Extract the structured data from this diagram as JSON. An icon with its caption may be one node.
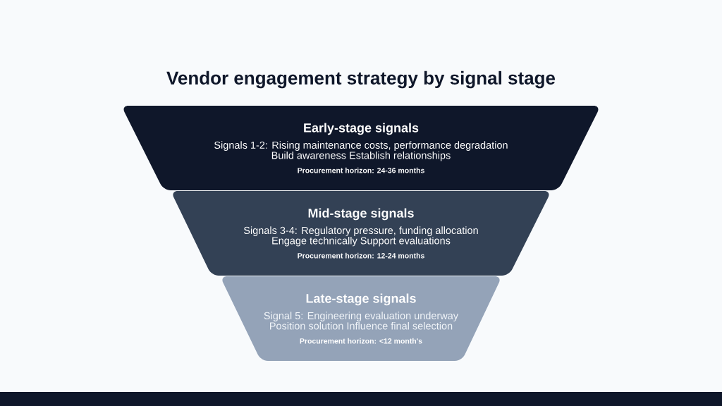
{
  "diagram": {
    "title": "Vendor engagement strategy by signal stage",
    "nodes": [
      {
        "text": [
          "Early-stage signals",
          "Signals 1-2: Rising maintenance costs, performance degradation",
          "Build awareness Establish relationships",
          "Procurement horizon: 24-36 months"
        ]
      },
      {
        "text": [
          "Mid-stage signals",
          "Signals 3-4: Regulatory pressure, funding allocation",
          "Engage technically Support evaluations",
          "Procurement horizon: 12-24 months"
        ]
      },
      {
        "text": [
          "Late-stage signals",
          "Signal 5: Engineering evaluation underway",
          "Position solution Influence final selection",
          "Procurement horizon: <12 month's"
        ]
      }
    ],
    "edges": []
  }
}
